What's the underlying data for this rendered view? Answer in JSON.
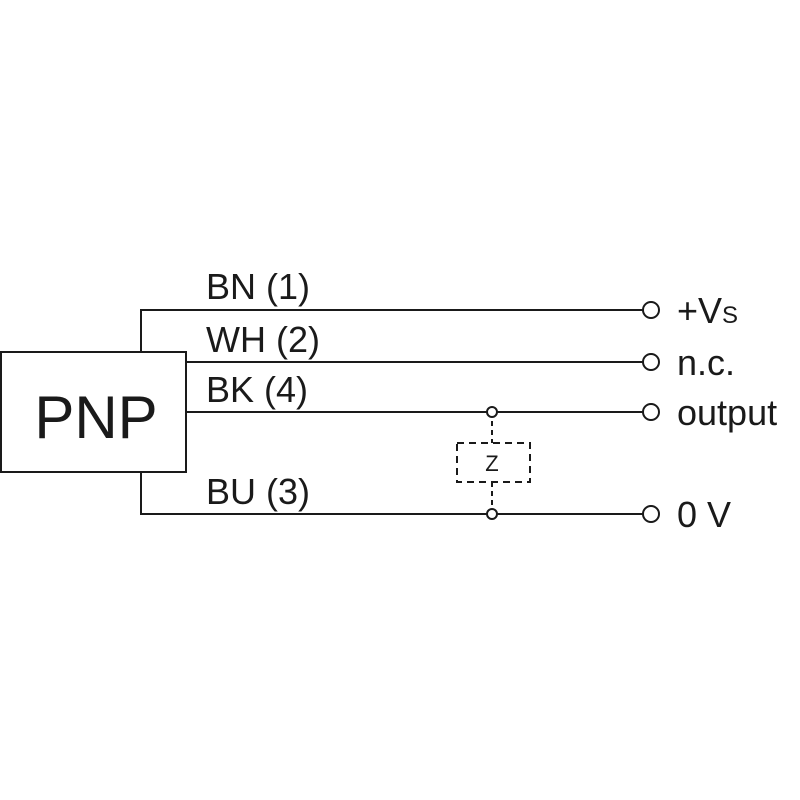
{
  "sensor": {
    "label": "PNP"
  },
  "wires": [
    {
      "id": "bn",
      "label": "BN (1)"
    },
    {
      "id": "wh",
      "label": "WH (2)"
    },
    {
      "id": "bk",
      "label": "BK (4)"
    },
    {
      "id": "bu",
      "label": "BU (3)"
    }
  ],
  "terminals": {
    "supply": {
      "label": "+V",
      "subscript": "S"
    },
    "nc": {
      "label": "n.c."
    },
    "output": {
      "label": "output"
    },
    "zero": {
      "label": "0 V"
    }
  },
  "load": {
    "label": "Z"
  },
  "colors": {
    "line": "#1a1a1a",
    "background": "#ffffff"
  }
}
